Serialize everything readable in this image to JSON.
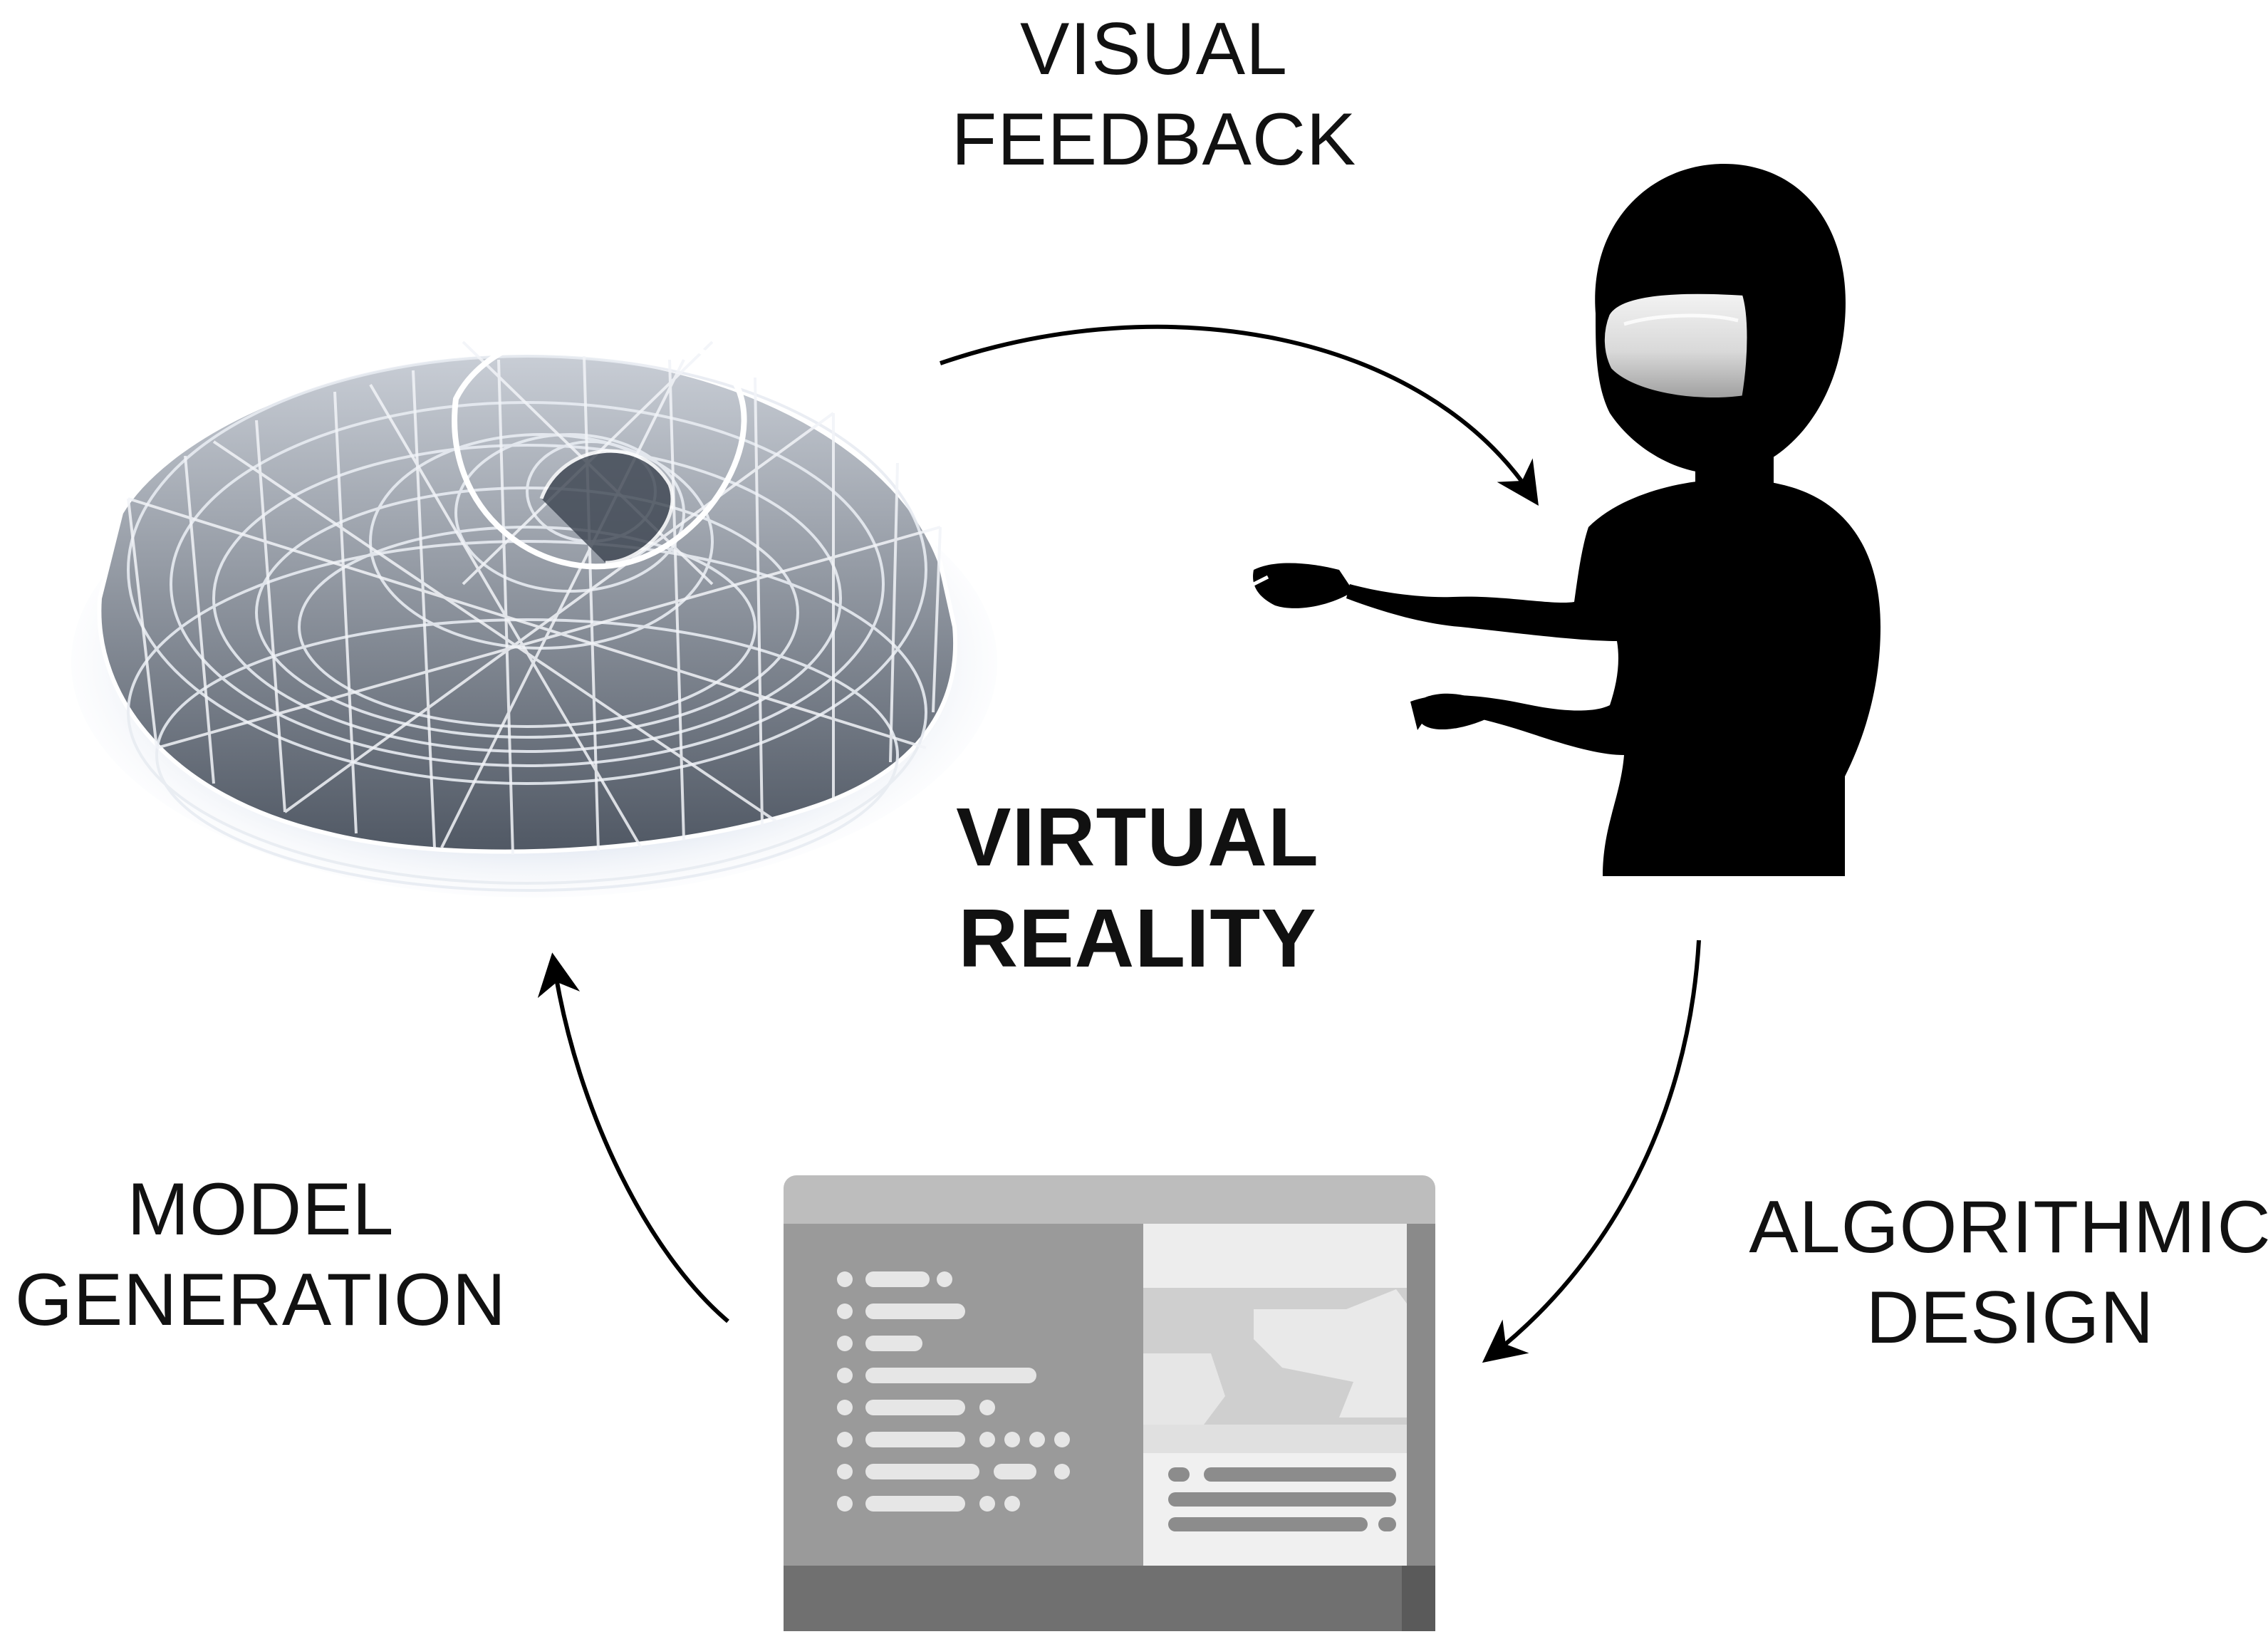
{
  "labels": {
    "visual_feedback": [
      "VISUAL",
      "FEEDBACK"
    ],
    "virtual_reality": [
      "VIRTUAL",
      "REALITY"
    ],
    "model_generation": [
      "MODEL",
      "GENERATION"
    ],
    "algorithmic_design": [
      "ALGORITHMIC",
      "DESIGN"
    ]
  },
  "nodes": [
    {
      "id": "model",
      "icon": "wireframe-model-icon"
    },
    {
      "id": "user",
      "icon": "vr-user-silhouette-icon"
    },
    {
      "id": "editor",
      "icon": "code-editor-window-icon"
    }
  ],
  "edges": [
    {
      "from": "model",
      "to": "user",
      "label": "VISUAL FEEDBACK"
    },
    {
      "from": "user",
      "to": "editor",
      "label": "ALGORITHMIC DESIGN"
    },
    {
      "from": "editor",
      "to": "model",
      "label": "MODEL GENERATION"
    }
  ],
  "colors": {
    "text": "#111111",
    "arrow": "#000000",
    "silhouette": "#000000",
    "wireframe": "#e8ecf2",
    "editor_dark": "#7d7d7d",
    "editor_mid": "#9a9a9a",
    "editor_light": "#e6e6e6"
  }
}
